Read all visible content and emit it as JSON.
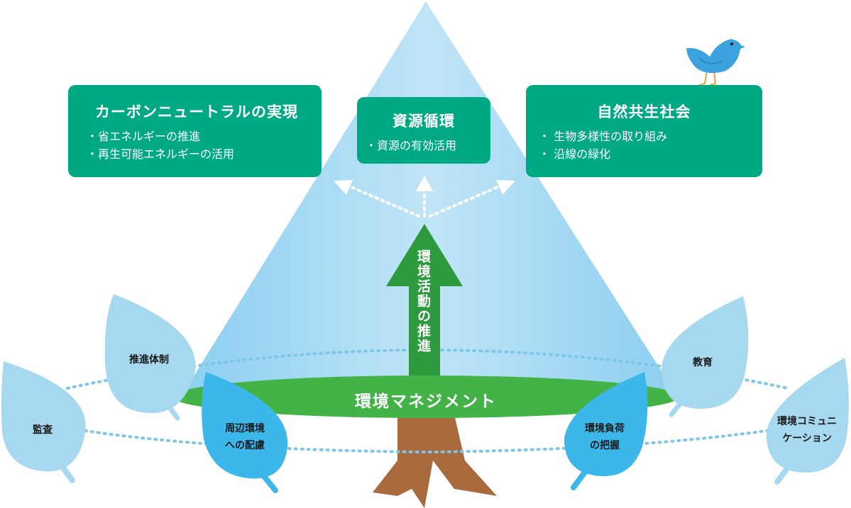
{
  "boxes": {
    "carbon": {
      "title": "カーボンニュートラルの実現",
      "items": [
        "・省エネルギーの推進",
        "・再生可能エネルギーの活用"
      ]
    },
    "resource": {
      "title": "資源循環",
      "items": [
        "・資源の有効活用"
      ]
    },
    "nature": {
      "title": "自然共生社会",
      "items": [
        "・ 生物多様性の取り組み",
        "・ 沿線の緑化"
      ]
    }
  },
  "arrow_label": "環境活動の推進",
  "management_label": "環境マネジメント",
  "leaves": {
    "promotion": "推進体制",
    "audit": "監査",
    "surroundings": [
      "周辺環境",
      "への配慮"
    ],
    "education": "教育",
    "load": [
      "環境負荷",
      "の把握"
    ],
    "communication": [
      "環境コミュニ",
      "ケーション"
    ]
  },
  "colors": {
    "green_box": "#00a984",
    "triangle": "#a6d9f2",
    "leaf_light": "#a6d8ef",
    "leaf_dark": "#3bb7ea",
    "ground": "#43b347",
    "trunk": "#a86a3d",
    "arrow": "#2e9a3e"
  }
}
